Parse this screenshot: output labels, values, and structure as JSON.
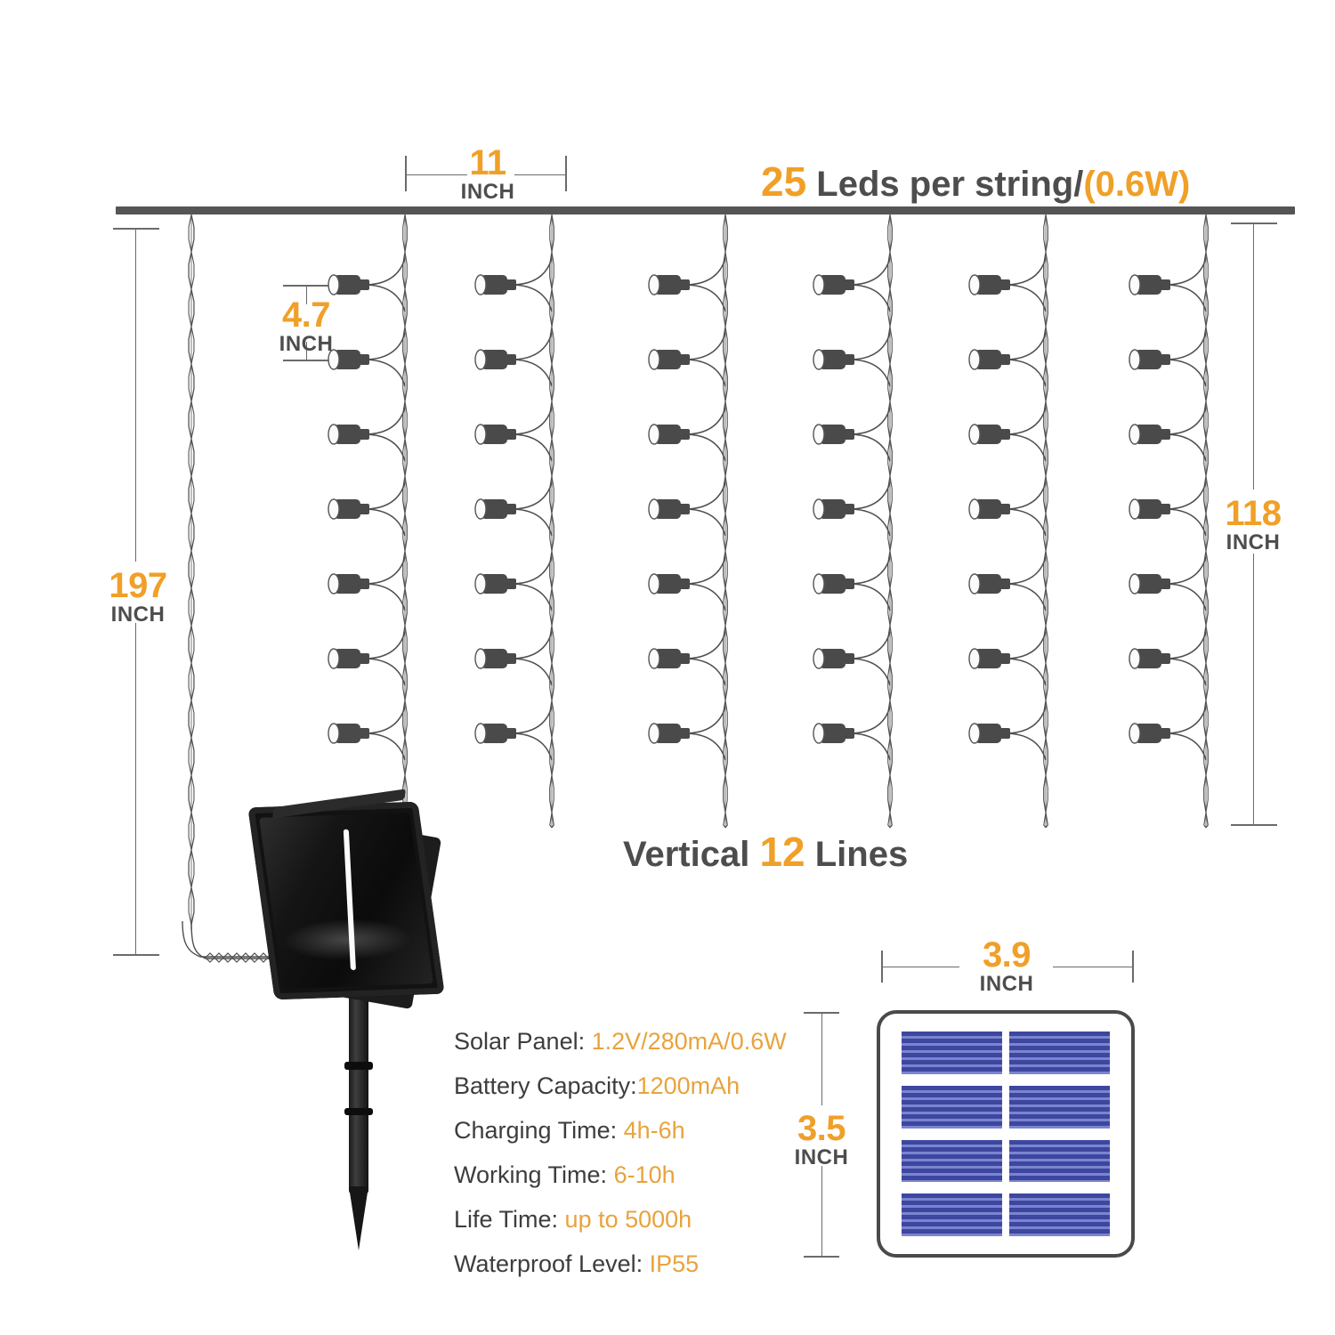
{
  "diagram": {
    "headline_leds": {
      "count": "25",
      "middle": " Leds per string/",
      "power": "(0.6W)"
    },
    "headline_lines": {
      "prefix": "Vertical ",
      "count": "12",
      "suffix": " Lines"
    }
  },
  "dimensions": {
    "led_spacing": {
      "value": "11",
      "unit": "INCH"
    },
    "led_vertical_gap": {
      "value": "4.7",
      "unit": "INCH"
    },
    "total_height": {
      "value": "197",
      "unit": "INCH"
    },
    "drop_height": {
      "value": "118",
      "unit": "INCH"
    },
    "panel_width": {
      "value": "3.9",
      "unit": "INCH"
    },
    "panel_height": {
      "value": "3.5",
      "unit": "INCH"
    }
  },
  "specs": [
    {
      "label": "Solar Panel: ",
      "value": "1.2V/280mA/0.6W"
    },
    {
      "label": "Battery Capacity:",
      "value": "1200mAh"
    },
    {
      "label": "Charging Time: ",
      "value": "4h-6h"
    },
    {
      "label": "Working Time: ",
      "value": "6-10h"
    },
    {
      "label": "Life Time: ",
      "value": "up to 5000h"
    },
    {
      "label": "Waterproof Level: ",
      "value": "IP55"
    }
  ],
  "colors": {
    "accent": "#f0a028",
    "spec_value": "#e8a33d",
    "text": "#4d4d4d",
    "rail": "#555555",
    "pv_dark": "#3d47a0",
    "pv_light": "#7b85cf"
  },
  "strings": {
    "vertical_count": 7,
    "leds_per_visible_string": 7
  }
}
